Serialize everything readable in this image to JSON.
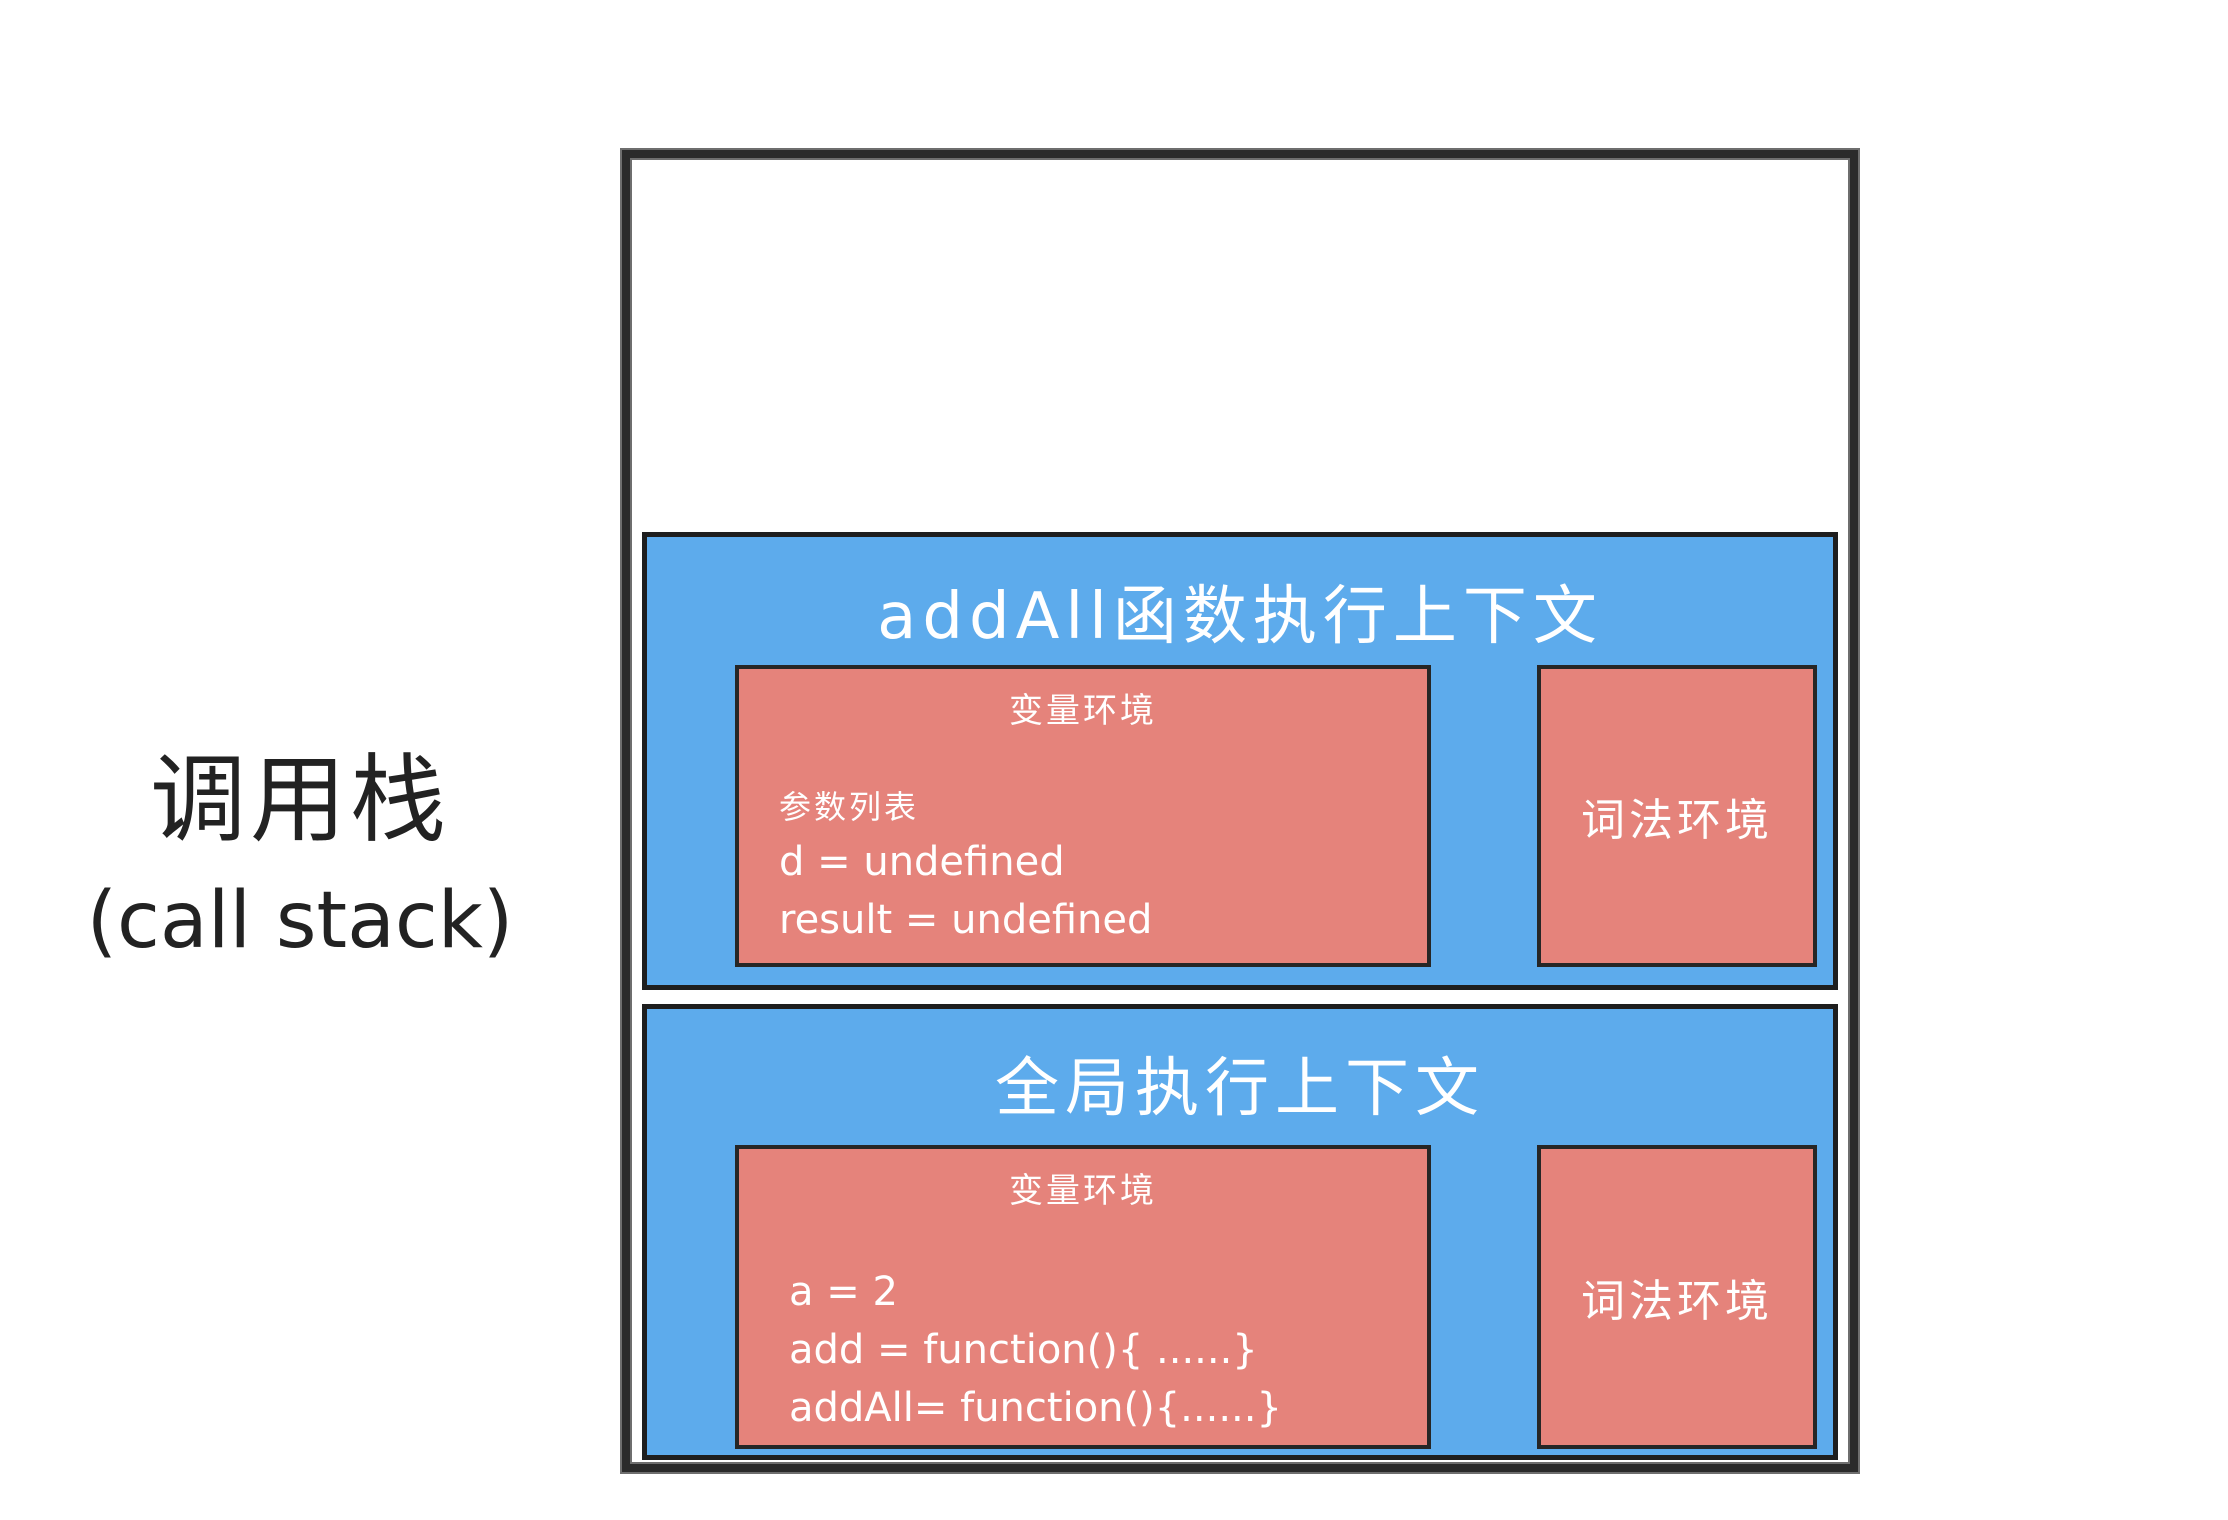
{
  "stack_label": {
    "zh": "调用栈",
    "en": "(call stack)"
  },
  "contexts": [
    {
      "title": "addAll函数执行上下文",
      "variable_env": {
        "title": "变量环境",
        "subtitle": "参数列表",
        "lines": [
          "d = undefined",
          "result = undefined"
        ]
      },
      "lexical_env": {
        "title": "词法环境"
      }
    },
    {
      "title": "全局执行上下文",
      "variable_env": {
        "title": "变量环境",
        "lines": [
          "a = 2",
          "add = function(){ ......}",
          "addAll= function(){......}"
        ]
      },
      "lexical_env": {
        "title": "词法环境"
      }
    }
  ],
  "colors": {
    "context_fill": "#5dabec",
    "env_fill": "#e5837b",
    "frame_stroke": "#2a2a2a"
  }
}
